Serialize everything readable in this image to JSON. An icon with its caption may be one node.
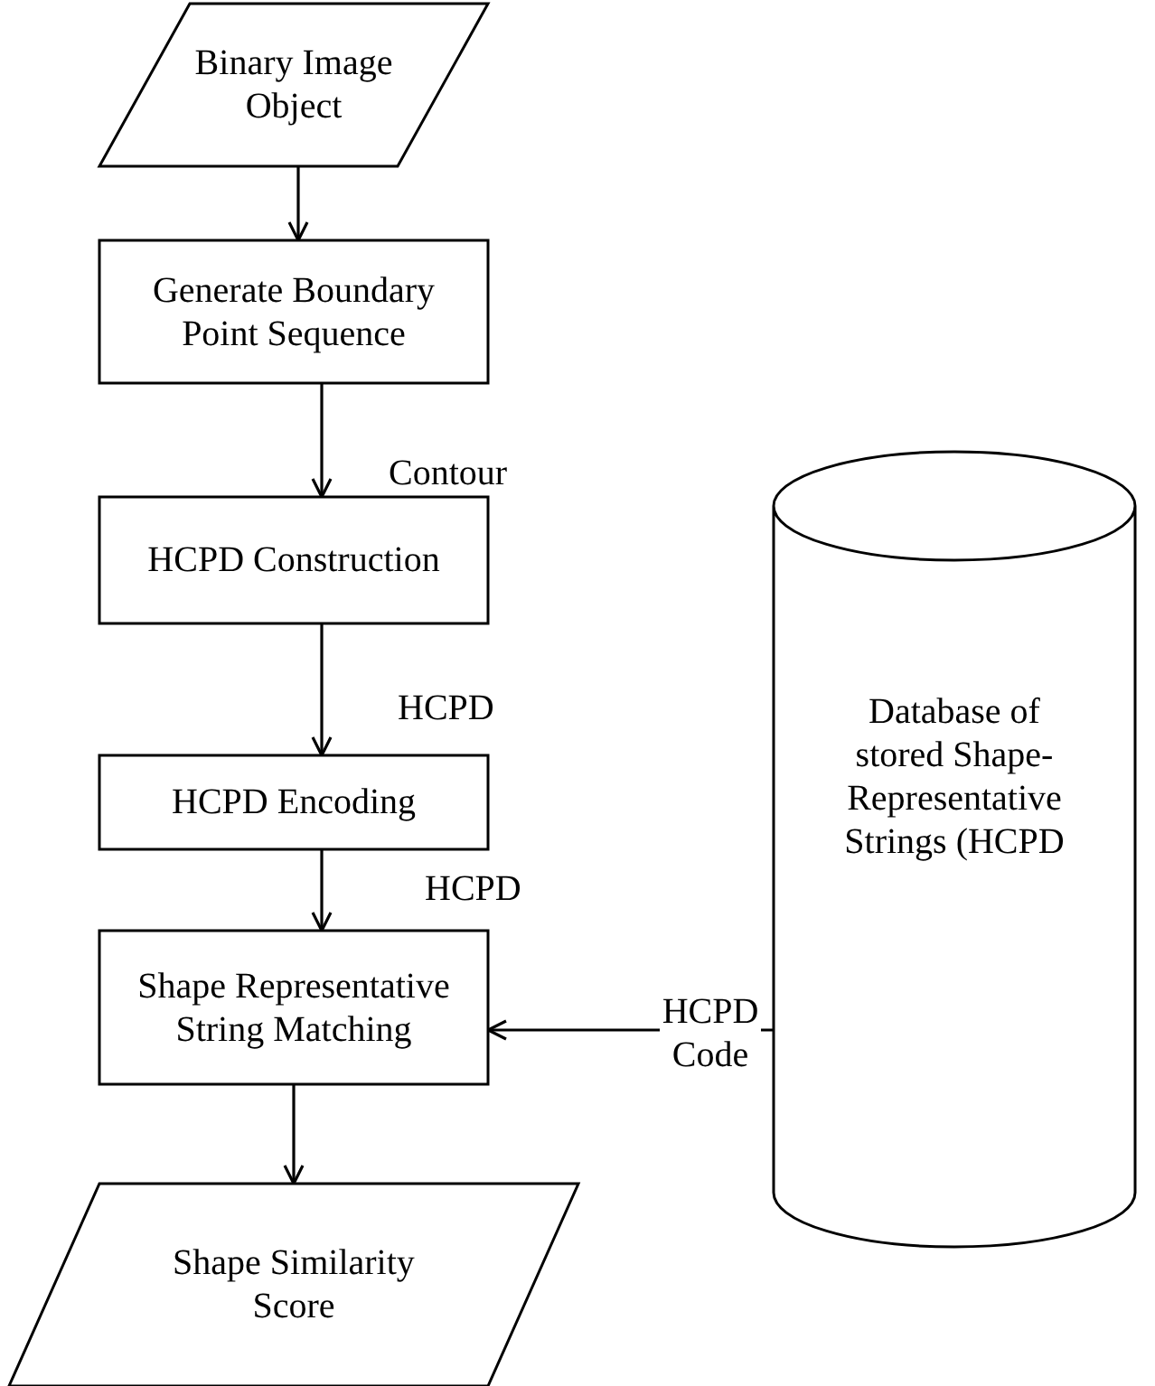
{
  "diagram": {
    "nodes": [
      {
        "text": [
          "Binary Image Object"
        ]
      },
      {
        "text": [
          "Generate Boundary Point Sequence"
        ]
      },
      {
        "text": [
          "HCPD Construction"
        ]
      },
      {
        "text": [
          "HCPD Encoding"
        ]
      },
      {
        "text": [
          "Shape Representative String Matching"
        ]
      },
      {
        "text": [
          "Shape Similarity Score"
        ]
      },
      {
        "text": [
          "Database of stored Shape-Representative Strings (HCPD"
        ]
      }
    ],
    "edges": [
      {
        "from": 0,
        "to": 1,
        "arrow": "to"
      },
      {
        "from": 1,
        "to": 2,
        "arrow": "to",
        "label": "Contour"
      },
      {
        "from": 2,
        "to": 3,
        "arrow": "to",
        "label": "HCPD"
      },
      {
        "from": 3,
        "to": 4,
        "arrow": "to",
        "label": "HCPD"
      },
      {
        "from": 6,
        "to": 4,
        "arrow": "to",
        "label": "HCPD Code"
      },
      {
        "from": 4,
        "to": 5,
        "arrow": "to"
      }
    ]
  }
}
